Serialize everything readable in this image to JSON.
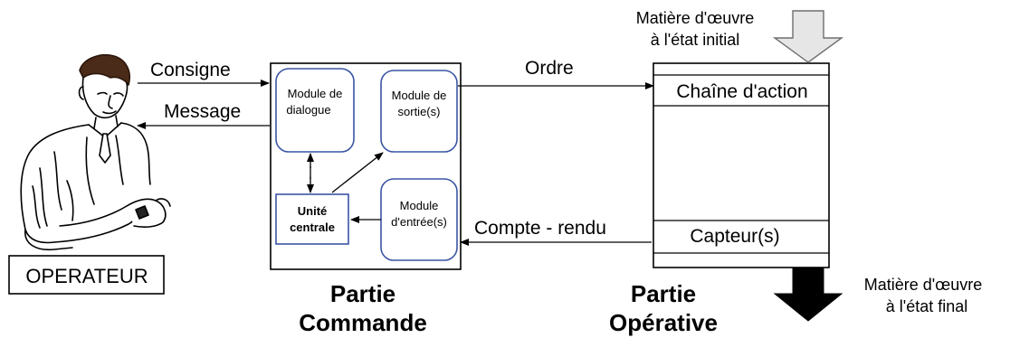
{
  "operator": {
    "label": "OPERATEUR"
  },
  "signals": {
    "consigne": "Consigne",
    "message": "Message",
    "ordre": "Ordre",
    "compte_rendu": "Compte - rendu"
  },
  "partie_commande": {
    "title_line1": "Partie",
    "title_line2": "Commande",
    "module_dialogue": [
      "Module de",
      "dialogue"
    ],
    "module_sortie": [
      "Module de",
      "sortie(s)"
    ],
    "module_entree": [
      "Module",
      "d'entrée(s)"
    ],
    "unite_centrale": [
      "Unité",
      "centrale"
    ]
  },
  "partie_operative": {
    "title_line1": "Partie",
    "title_line2": "Opérative",
    "chaine_action": "Chaîne d'action",
    "capteurs": "Capteur(s)"
  },
  "matiere": {
    "initial_line1": "Matière d'œuvre",
    "initial_line2": "à l'état initial",
    "final_line1": "Matière d'œuvre",
    "final_line2": "à l'état final"
  },
  "colors": {
    "module_border": "#3a55a4",
    "line": "#000000",
    "input_arrow_fill": "#e6e6e6",
    "input_arrow_stroke": "#6e6e6e",
    "output_arrow_fill": "#000000"
  }
}
